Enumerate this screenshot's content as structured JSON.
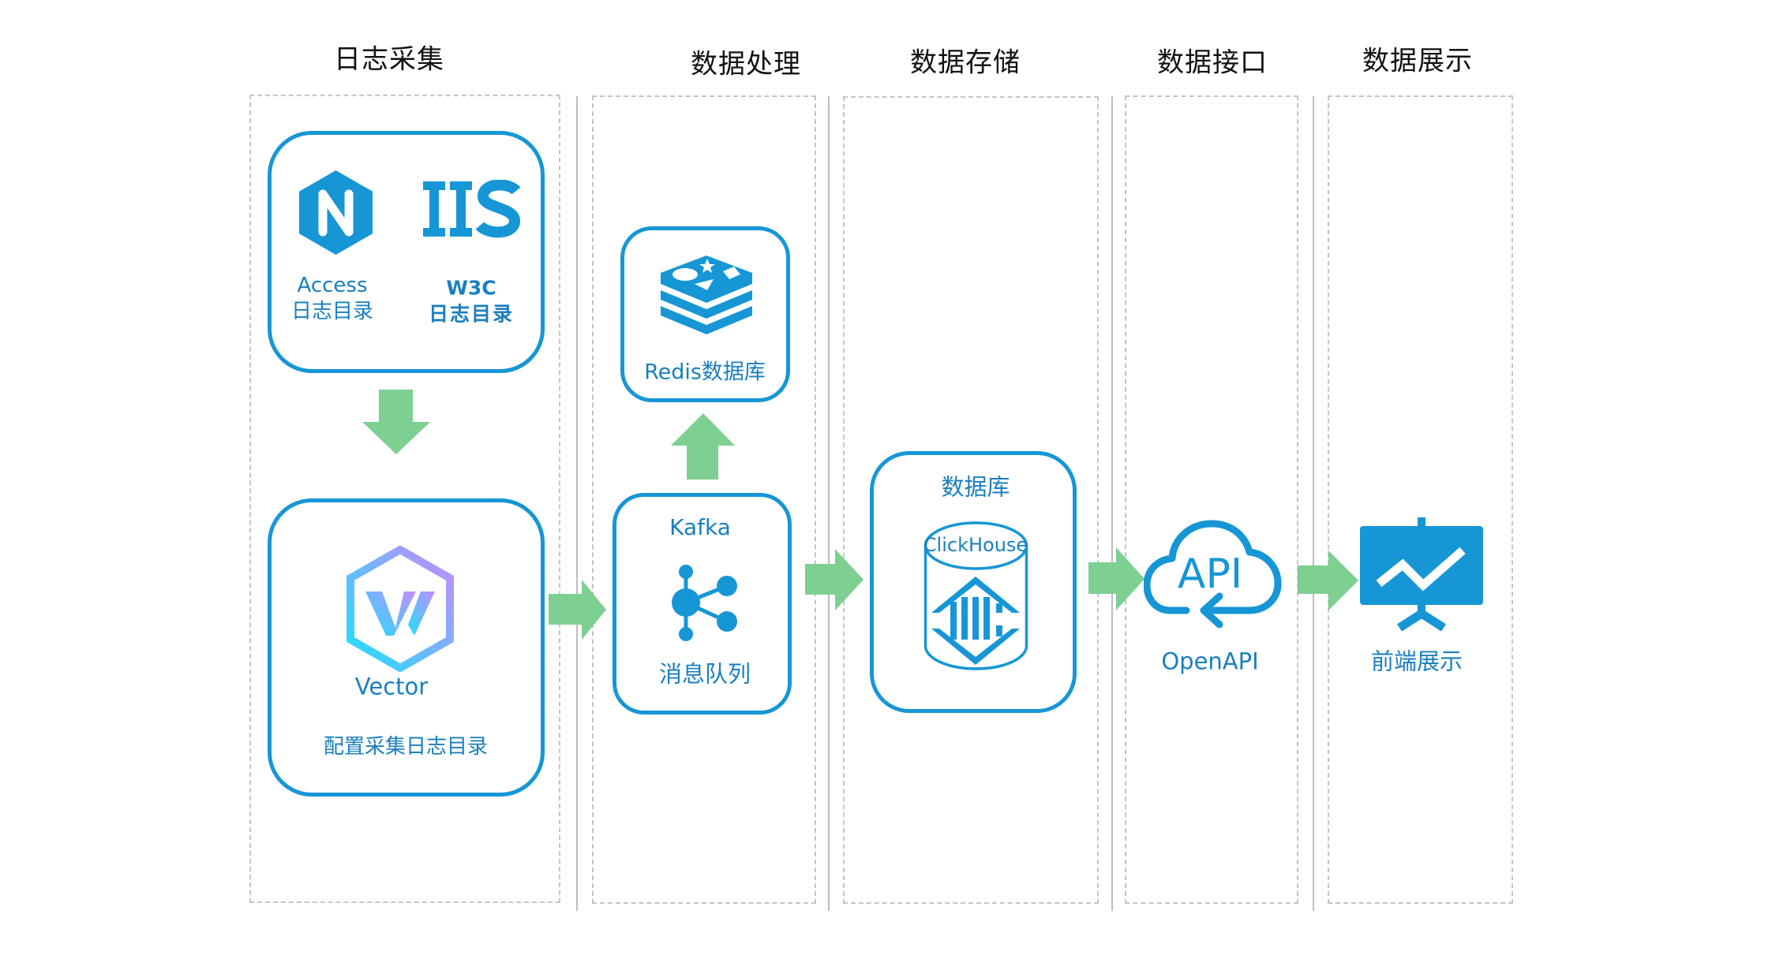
{
  "columns": [
    {
      "title": "日志采集"
    },
    {
      "title": "数据处理"
    },
    {
      "title": "数据存储"
    },
    {
      "title": "数据接口"
    },
    {
      "title": "数据展示"
    }
  ],
  "collection": {
    "nginx": {
      "icon": "nginx-icon",
      "label_line1": "Access",
      "label_line2": "日志目录"
    },
    "iis": {
      "icon": "iis-icon",
      "logo_text": "IIS",
      "label_line1": "W3C",
      "label_line2": "日志目录"
    },
    "vector": {
      "icon": "vector-icon",
      "name": "Vector",
      "caption": "配置采集日志目录"
    }
  },
  "processing": {
    "redis": {
      "icon": "redis-icon",
      "label": "Redis数据库"
    },
    "kafka": {
      "icon": "kafka-icon",
      "title": "Kafka",
      "caption": "消息队列"
    }
  },
  "storage": {
    "title": "数据库",
    "clickhouse": {
      "icon": "clickhouse-icon",
      "label": "ClickHouse"
    }
  },
  "api": {
    "icon": "cloud-api-icon",
    "icon_text": "API",
    "label": "OpenAPI"
  },
  "display": {
    "icon": "presentation-chart-icon",
    "label": "前端展示"
  },
  "colors": {
    "primary_blue": "#1796d6",
    "label_blue": "#1a7fbf",
    "arrow_green": "#7dcf92",
    "lane_border": "#c4c4c4",
    "vector_gradient_start": "#1fe0ff",
    "vector_gradient_end": "#c58bff"
  }
}
